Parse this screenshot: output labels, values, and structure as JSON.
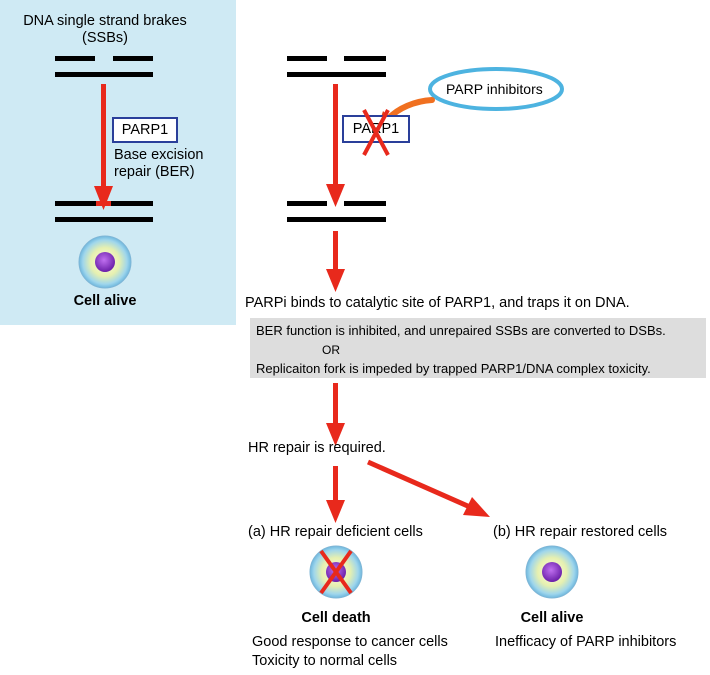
{
  "left_panel": {
    "title_line1": "DNA single strand brakes",
    "title_line2": "(SSBs)",
    "enzyme_box": "PARP1",
    "repair_line1": "Base excision",
    "repair_line2": "repair (BER)",
    "outcome": "Cell alive"
  },
  "right_flow": {
    "inhibitor_oval": "PARP inhibitors",
    "blocked_enzyme_box": "PARP1",
    "trap_statement": "PARPi binds to catalytic site of PARP1, and traps it on DNA.",
    "mechanism_line1": "BER function is inhibited, and unrepaired SSBs are converted to DSBs.",
    "mechanism_or": "OR",
    "mechanism_line2": "Replicaiton fork is impeded by trapped PARP1/DNA complex toxicity.",
    "hr_required": "HR repair is required.",
    "branch_a": {
      "label": "(a) HR repair deficient cells",
      "outcome": "Cell death",
      "note_line1": "Good response to cancer cells",
      "note_line2": "Toxicity to normal cells"
    },
    "branch_b": {
      "label": "(b) HR repair restored cells",
      "outcome": "Cell alive",
      "note_line1": "Inefficacy of PARP inhibitors"
    }
  },
  "colors": {
    "arrow_red": "#e8291c",
    "oval_blue": "#4db3e0",
    "box_border": "#2a3f9a",
    "panel_bg": "#cfeaf4",
    "gray_box": "#dddddd",
    "orange_arrow": "#f07020"
  }
}
